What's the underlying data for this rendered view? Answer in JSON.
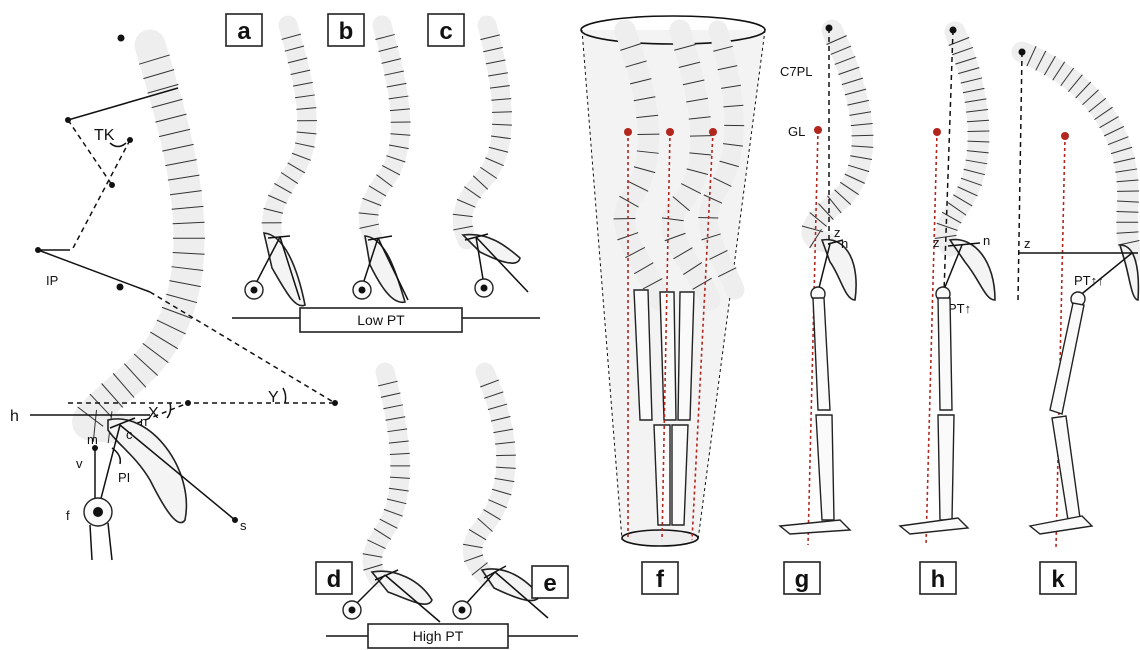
{
  "panels": {
    "a": "a",
    "b": "b",
    "c": "c",
    "d": "d",
    "e": "e",
    "f": "f",
    "g": "g",
    "h": "h",
    "k": "k"
  },
  "captions": {
    "low_pt": "Low PT",
    "high_pt": "High PT"
  },
  "labels": {
    "tk": "TK",
    "ip": "IP",
    "y": "Y",
    "x": "X",
    "h": "h",
    "n": "n",
    "c": "c",
    "m": "m",
    "v": "v",
    "pi": "PI",
    "f": "f",
    "s": "s",
    "c7pl": "C7PL",
    "gl": "GL",
    "z": "z",
    "pt_up": "PT↑",
    "pt_up2": "PT↑↑"
  }
}
